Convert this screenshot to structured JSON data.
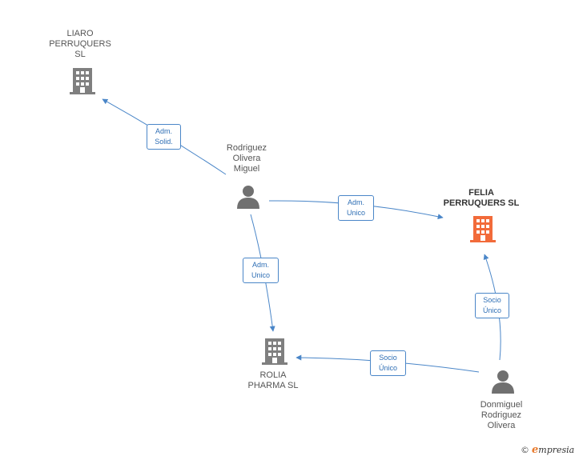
{
  "colors": {
    "edge": "#4a86c8",
    "company_gray": "#7f7f7f",
    "company_main": "#f26b3a",
    "person": "#707070"
  },
  "nodes": {
    "liaro": {
      "label": "LIARO\nPERRUQUERS\nSL",
      "icon": "building-icon"
    },
    "rodriguez": {
      "label": "Rodriguez\nOlivera\nMiguel",
      "icon": "person-icon"
    },
    "felia": {
      "label": "FELIA\nPERRUQUERS SL",
      "icon": "building-icon"
    },
    "rolia": {
      "label": "ROLIA\nPHARMA SL",
      "icon": "building-icon"
    },
    "donmiguel": {
      "label": "Donmiguel\nRodriguez\nOlivera",
      "icon": "person-icon"
    }
  },
  "edges": {
    "e1": {
      "label": "Adm.\nSolid."
    },
    "e2": {
      "label": "Adm.\nUnico"
    },
    "e3": {
      "label": "Adm.\nUnico"
    },
    "e4": {
      "label": "Socio\nÚnico"
    },
    "e5": {
      "label": "Socio\nÚnico"
    }
  },
  "brand": {
    "copyright": "©",
    "initial": "e",
    "rest": "mpresia"
  }
}
